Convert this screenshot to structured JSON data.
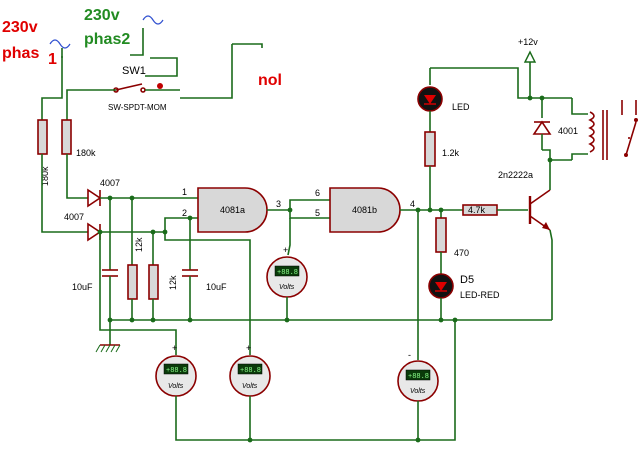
{
  "labels": {
    "phase1_volt": "230v",
    "phase1_name": "phas",
    "phase1_sub": "1",
    "phase2_volt": "230v",
    "phase2_name": "phas2",
    "neutral": "nol",
    "switch_ref": "SW1",
    "switch_type": "SW-SPDT-MOM",
    "r_top_left": "180k",
    "r_left": "180k",
    "diode_top": "4007",
    "diode_bottom": "4007",
    "cap_left": "10uF",
    "cap_right": "10uF",
    "r_mid1": "12k",
    "r_mid2": "12k",
    "gate_a": "4081a",
    "gate_b": "4081b",
    "pin1": "1",
    "pin2": "2",
    "pin3": "3",
    "pin4": "4",
    "pin5": "5",
    "pin6": "6",
    "vcc": "+12v",
    "led_top": "LED",
    "r_led": "1.2k",
    "diode_relay": "4001",
    "transistor": "2n2222a",
    "r_base": "4.7k",
    "r_470": "470",
    "d5_ref": "D5",
    "d5_type": "LED-RED"
  },
  "meters": [
    {
      "display": "+88.8",
      "unit": "Volts",
      "polarity": "+"
    },
    {
      "display": "+88.8",
      "unit": "Volts",
      "polarity": "+"
    },
    {
      "display": "+88.8",
      "unit": "Volts",
      "polarity": "+"
    },
    {
      "display": "+88.8",
      "unit": "Volts",
      "polarity": "-"
    }
  ],
  "colors": {
    "wire": "#1a6b1a",
    "component": "#8b0000",
    "phase1": "#e00000",
    "phase2": "#228b22"
  },
  "icons": [
    "ac-wave-icon",
    "ground-icon",
    "diode-icon",
    "led-icon",
    "relay-coil-icon",
    "switch-contact-icon",
    "npn-transistor-icon"
  ]
}
